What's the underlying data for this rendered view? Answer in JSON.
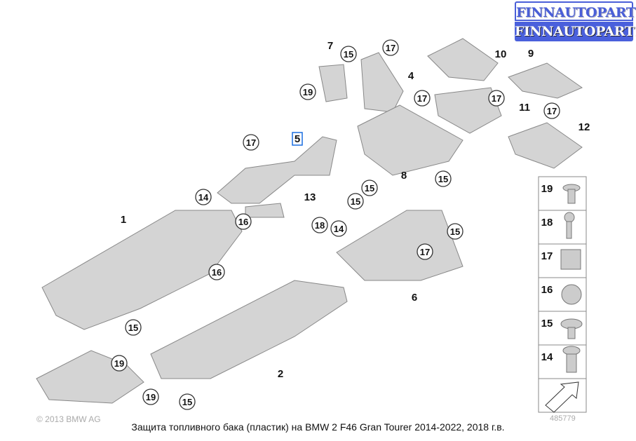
{
  "brand": {
    "logo_text": "FINNAUTOPARTS"
  },
  "caption": "Защита топливного бака (пластик) на BMW 2 F46 Gran Tourer 2014-2022, 2018 г.в.",
  "copyright": "© 2013 BMW AG",
  "image_number": "485779",
  "callouts": [
    {
      "n": "15",
      "c": 1
    },
    {
      "n": "17",
      "c": 1
    },
    {
      "n": "7",
      "c": 0
    },
    {
      "n": "10",
      "c": 0
    },
    {
      "n": "9",
      "c": 0
    },
    {
      "n": "4",
      "c": 0
    },
    {
      "n": "19",
      "c": 1
    },
    {
      "n": "17",
      "c": 1
    },
    {
      "n": "17",
      "c": 1
    },
    {
      "n": "11",
      "c": 0
    },
    {
      "n": "17",
      "c": 1
    },
    {
      "n": "12",
      "c": 0
    },
    {
      "n": "5",
      "c": 2
    },
    {
      "n": "17",
      "c": 1
    },
    {
      "n": "15",
      "c": 1
    },
    {
      "n": "8",
      "c": 0
    },
    {
      "n": "15",
      "c": 1
    },
    {
      "n": "13",
      "c": 0
    },
    {
      "n": "15",
      "c": 1
    },
    {
      "n": "14",
      "c": 1
    },
    {
      "n": "18",
      "c": 1
    },
    {
      "n": "14",
      "c": 1
    },
    {
      "n": "16",
      "c": 1
    },
    {
      "n": "15",
      "c": 1
    },
    {
      "n": "1",
      "c": 0
    },
    {
      "n": "17",
      "c": 1
    },
    {
      "n": "16",
      "c": 1
    },
    {
      "n": "6",
      "c": 0
    },
    {
      "n": "15",
      "c": 1
    },
    {
      "n": "19",
      "c": 1
    },
    {
      "n": "2",
      "c": 0
    },
    {
      "n": "19",
      "c": 1
    },
    {
      "n": "15",
      "c": 1
    }
  ],
  "legend": [
    "19",
    "18",
    "17",
    "16",
    "15",
    "14"
  ]
}
